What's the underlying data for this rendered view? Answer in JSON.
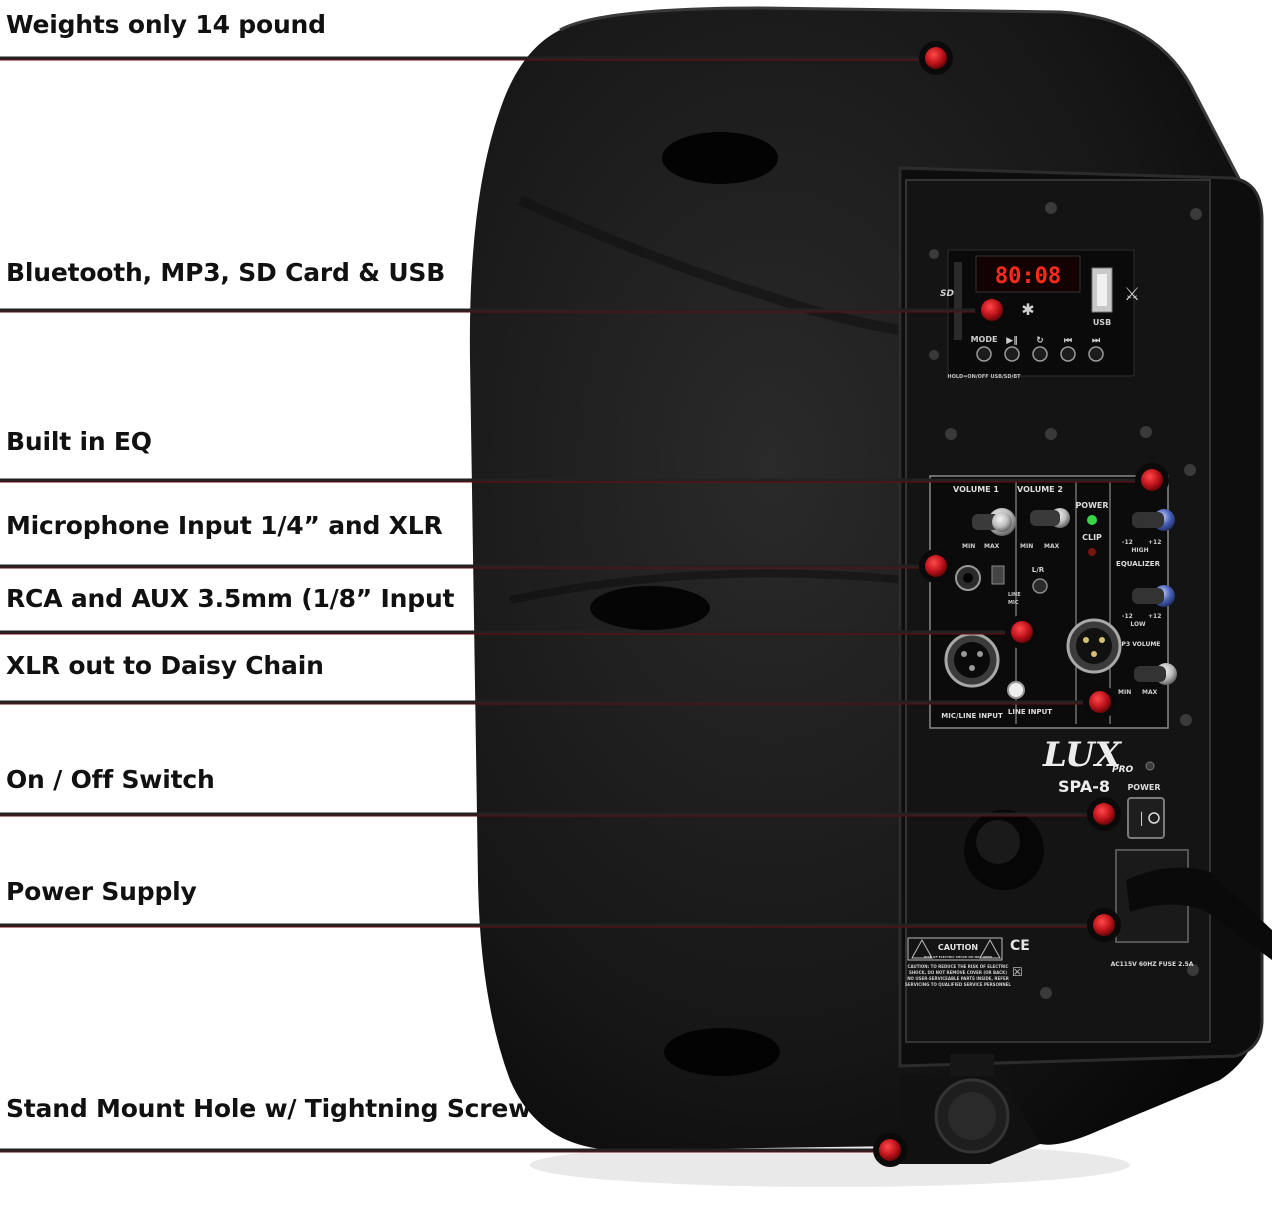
{
  "callouts": [
    {
      "label": "Weights only 14 pound"
    },
    {
      "label": "Bluetooth, MP3, SD Card & USB"
    },
    {
      "label": "Built in EQ"
    },
    {
      "label": "Microphone Input 1/4” and XLR"
    },
    {
      "label": "RCA and AUX 3.5mm (1/8” Input"
    },
    {
      "label": "XLR out to Daisy Chain"
    },
    {
      "label": "On / Off Switch"
    },
    {
      "label": "Power Supply"
    },
    {
      "label": "Stand Mount Hole w/ Tightning Screw"
    }
  ],
  "panel": {
    "lcd": "80:08",
    "sd_label": "SD",
    "usb_label": "USB",
    "mode_label": "MODE",
    "mode_sub": "HOLD=ON/OFF USB/SD/BT",
    "volume1": "VOLUME 1",
    "volume2": "VOLUME 2",
    "power_led": "POWER",
    "clip_led": "CLIP",
    "min": "MIN",
    "max": "MAX",
    "high": "HIGH",
    "low": "LOW",
    "equalizer": "EQUALIZER",
    "minus12": "-12",
    "plus12": "+12",
    "mp3_volume": "MP3 VOLUME",
    "lr": "L/R",
    "line": "LINE",
    "mic": "MIC",
    "mic_line_input": "MIC/LINE INPUT",
    "line_input": "LINE INPUT",
    "brand": "LUX",
    "brand_sub": "PRO",
    "model": "SPA-8",
    "power_switch": "POWER",
    "caution": "CAUTION",
    "caution_sub": "RISK OF ELECTRIC SHOCK DO NOT OPEN",
    "warning_1": "CAUTION: TO REDUCE THE RISK OF ELECTRIC",
    "warning_2": "SHOCK, DO NOT REMOVE COVER (OR BACK)",
    "warning_3": "NO USER-SERVICEABLE PARTS INSIDE, REFER",
    "warning_4": "SERVICING TO QUALIFIED SERVICE PERSONNEL",
    "ce": "CE",
    "fuse": "AC115V 60HZ FUSE 2.5A"
  },
  "colors": {
    "marker": "#c0141c",
    "line": "#222222",
    "speaker_body": "#1a1a1a",
    "panel": "#0e0e0e",
    "lcd": "#ff2a1a",
    "led_power": "#37d447",
    "led_clip": "#e0201a"
  }
}
